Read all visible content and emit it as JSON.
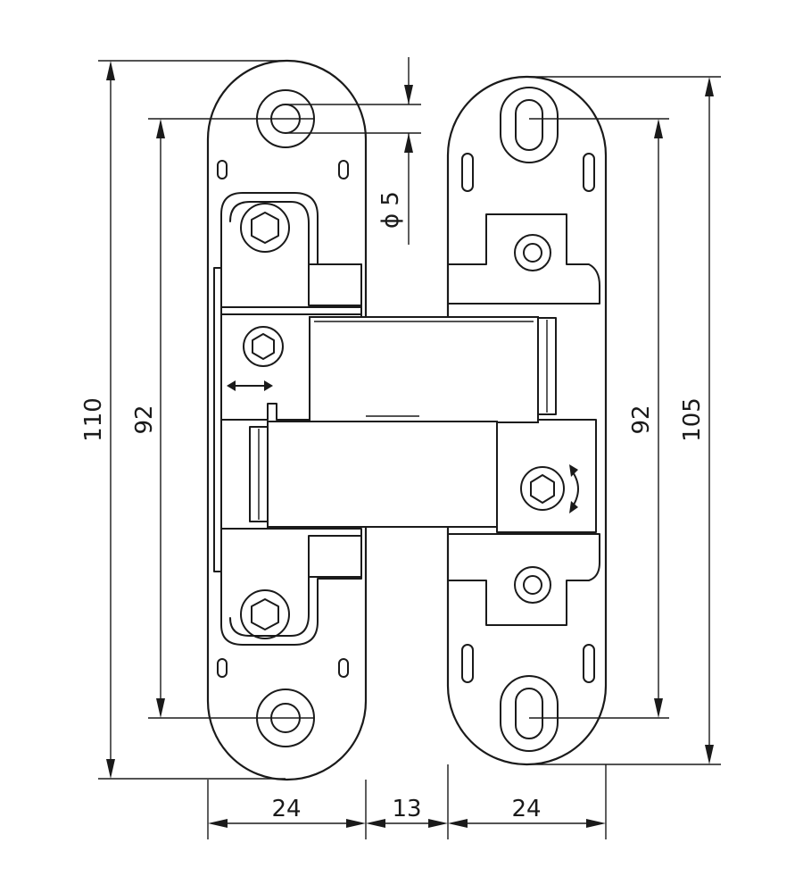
{
  "dimensions": {
    "overall_height": "110",
    "left_hole_spacing": "92",
    "right_hole_spacing": "92",
    "right_height": "105",
    "hole_diameter": "ϕ 5",
    "left_width": "24",
    "gap": "13",
    "right_width": "24"
  },
  "colors": {
    "line": "#1a1a1a",
    "background": "#ffffff"
  }
}
